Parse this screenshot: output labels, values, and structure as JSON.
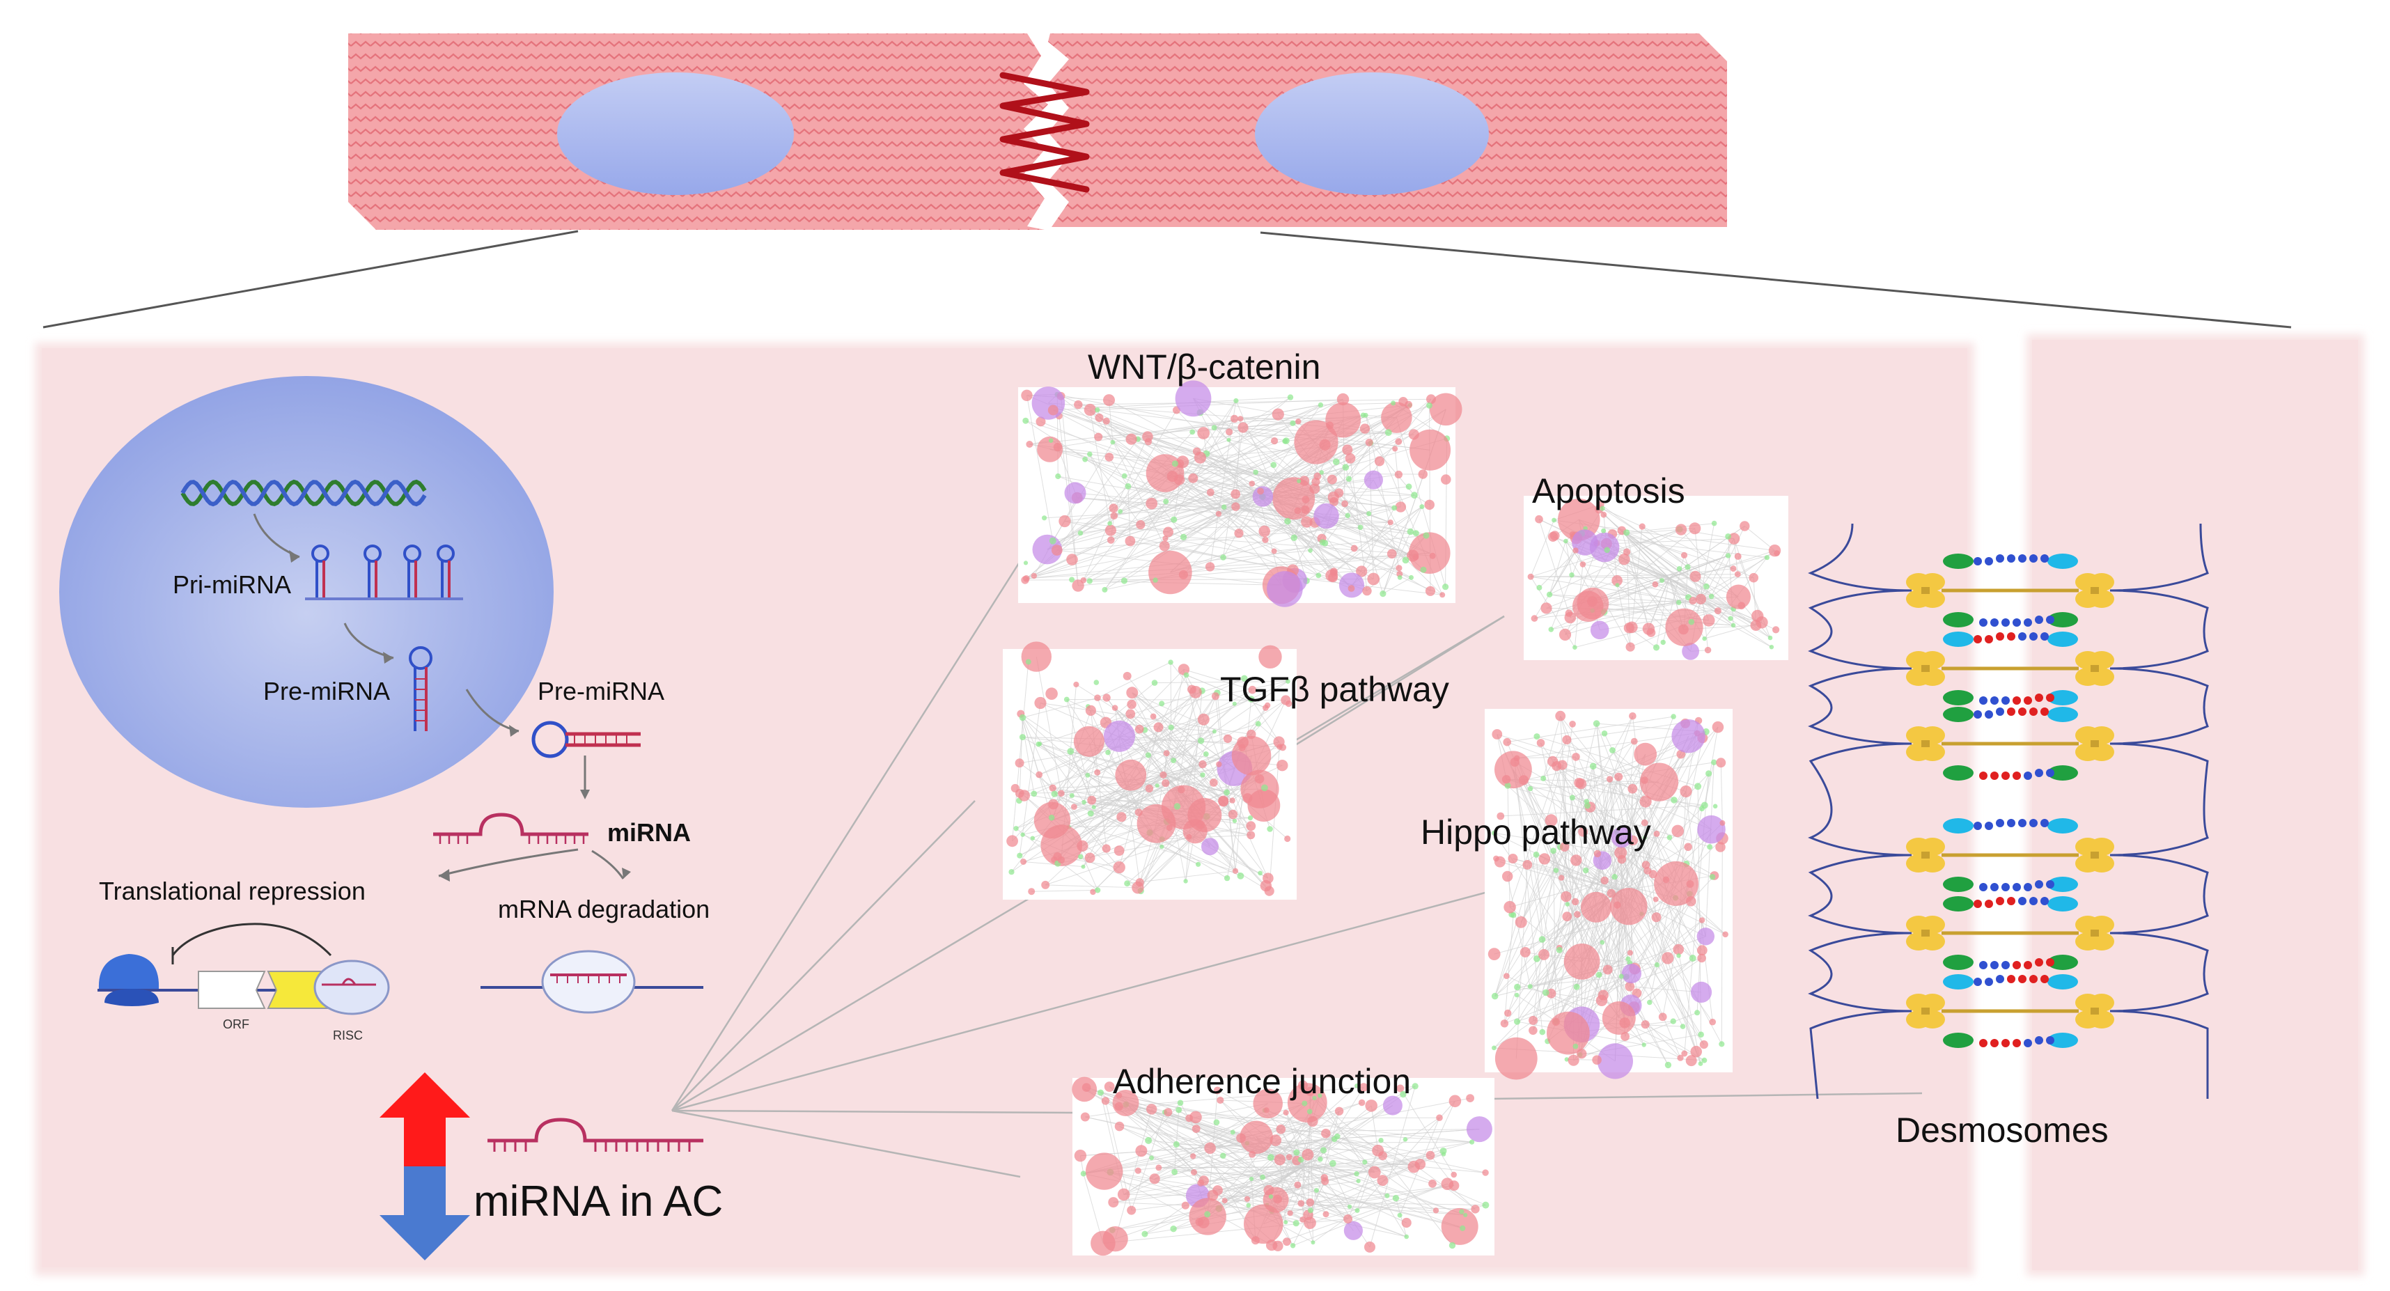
{
  "labels": {
    "wnt": "WNT/β-catenin",
    "apoptosis": "Apoptosis",
    "tgfb": "TGFβ pathway",
    "hippo": "Hippo pathway",
    "adherence": "Adherence junction",
    "desmosomes": "Desmosomes",
    "pri_mirna": "Pri-miRNA",
    "pre_mirna_nucleus": "Pre-miRNA",
    "pre_mirna_cyto": "Pre-miRNA",
    "mirna": "miRNA",
    "translational_repression": "Translational repression",
    "mrna_degradation": "mRNA degradation",
    "orf": "ORF",
    "risc": "RISC",
    "mirna_in_ac": "miRNA in AC"
  },
  "colors": {
    "cell_fill": "#f4a6aa",
    "cell_pattern": "#e5737c",
    "nucleus_fill": "#a8b6ee",
    "panel_bg": "#f8e3e4",
    "arrow_up": "#ff1a1a",
    "arrow_down": "#4a7ad0",
    "node_red": "#f08890",
    "node_purple": "#c58ae8",
    "node_green": "#90e890",
    "plaque_yellow": "#f4c842",
    "cadherin_green": "#20a040",
    "cadherin_blue": "#20b8e8",
    "bead_blue": "#3050d0",
    "bead_red": "#e02020",
    "filament": "#3a4a9a",
    "mirna_color": "#b83060"
  },
  "icons": [
    "dna-helix-icon",
    "hairpin-icon",
    "ribosome-icon",
    "risc-icon",
    "up-arrow-icon",
    "down-arrow-icon"
  ]
}
